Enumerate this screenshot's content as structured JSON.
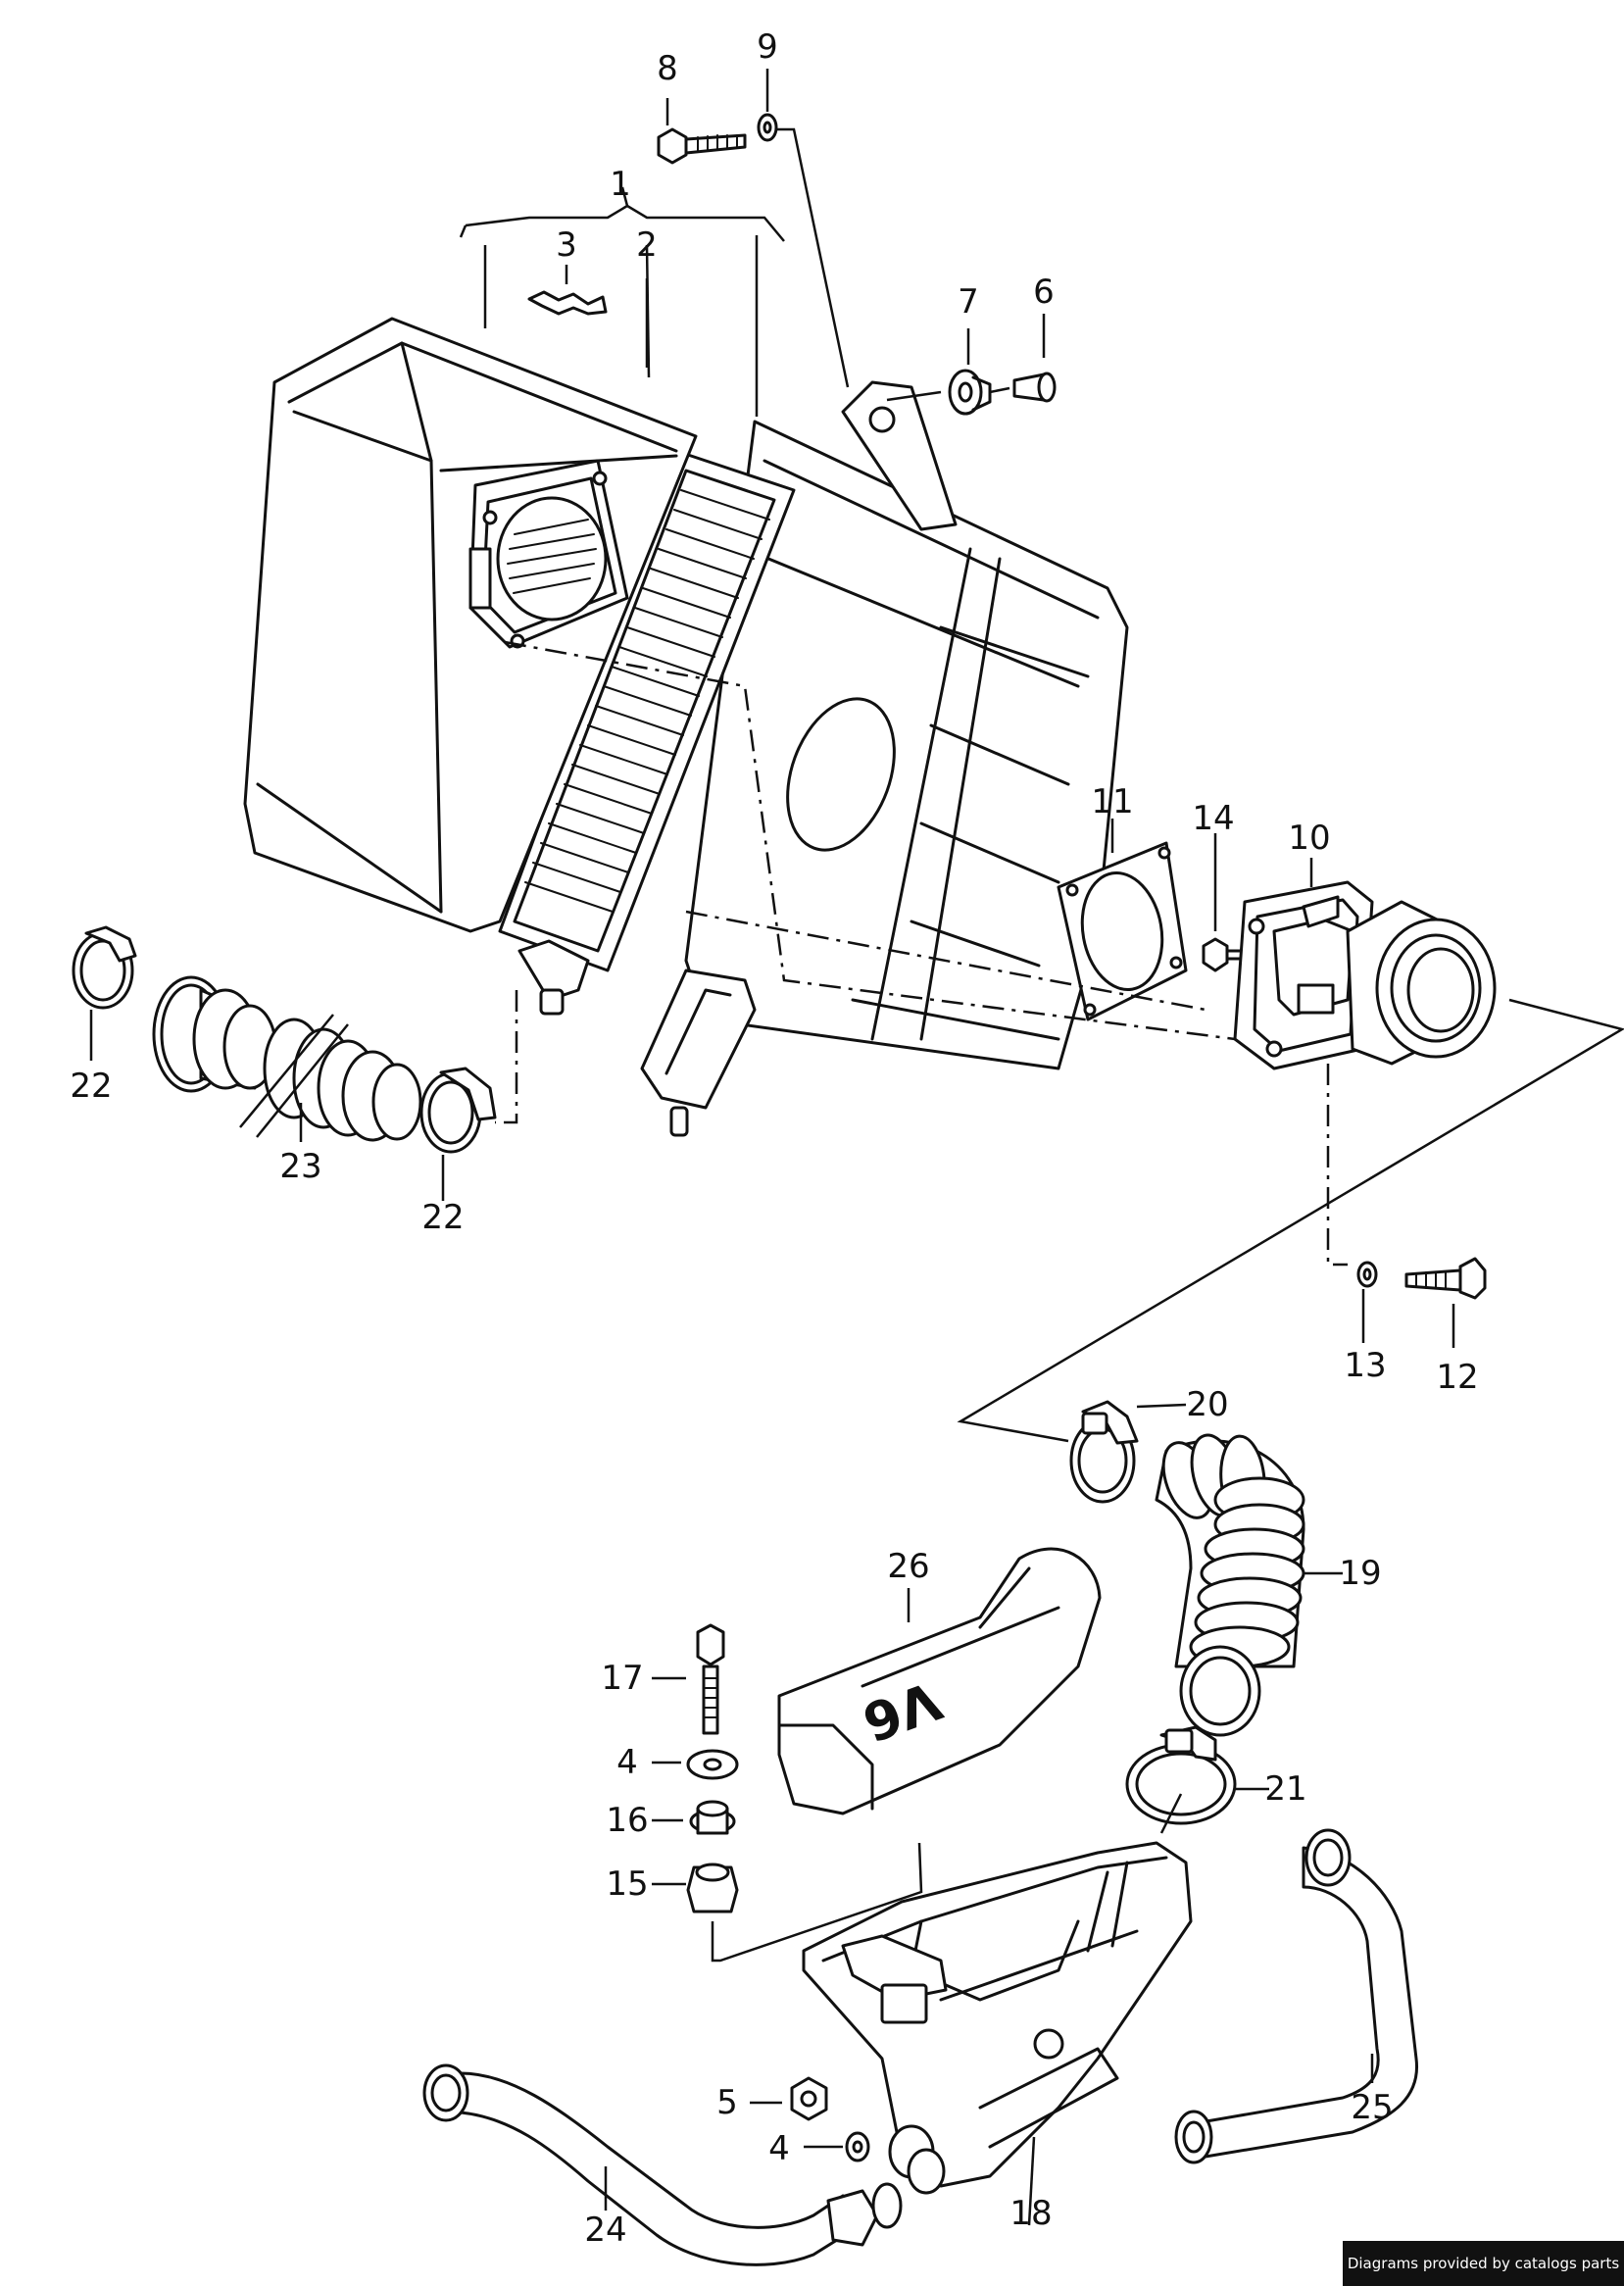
{
  "diagram": {
    "callouts": [
      {
        "id": "c1",
        "text": "1"
      },
      {
        "id": "c2",
        "text": "2"
      },
      {
        "id": "c3",
        "text": "3"
      },
      {
        "id": "c4a",
        "text": "4"
      },
      {
        "id": "c4b",
        "text": "4"
      },
      {
        "id": "c5",
        "text": "5"
      },
      {
        "id": "c6",
        "text": "6"
      },
      {
        "id": "c7",
        "text": "7"
      },
      {
        "id": "c8",
        "text": "8"
      },
      {
        "id": "c9",
        "text": "9"
      },
      {
        "id": "c10",
        "text": "10"
      },
      {
        "id": "c11",
        "text": "11"
      },
      {
        "id": "c12",
        "text": "12"
      },
      {
        "id": "c13",
        "text": "13"
      },
      {
        "id": "c14",
        "text": "14"
      },
      {
        "id": "c15",
        "text": "15"
      },
      {
        "id": "c16",
        "text": "16"
      },
      {
        "id": "c17",
        "text": "17"
      },
      {
        "id": "c18",
        "text": "18"
      },
      {
        "id": "c19",
        "text": "19"
      },
      {
        "id": "c20",
        "text": "20"
      },
      {
        "id": "c21",
        "text": "21"
      },
      {
        "id": "c22a",
        "text": "22"
      },
      {
        "id": "c22b",
        "text": "22"
      },
      {
        "id": "c23",
        "text": "23"
      },
      {
        "id": "c24",
        "text": "24"
      },
      {
        "id": "c25",
        "text": "25"
      },
      {
        "id": "c26",
        "text": "26"
      }
    ],
    "cover_badge": "V6"
  },
  "footer": {
    "credit": "Diagrams provided by catalogs parts"
  }
}
